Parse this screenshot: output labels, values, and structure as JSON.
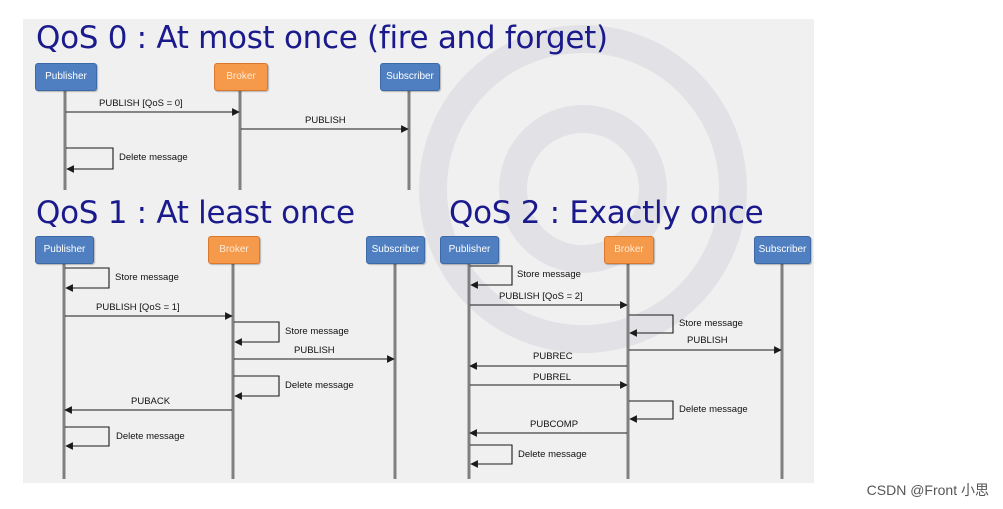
{
  "colors": {
    "title": "#1a1a8c",
    "participant_blue": "#4f7fc0",
    "participant_orange": "#f49a4a",
    "lifeline": "#808080"
  },
  "qos0": {
    "title": "QoS 0 : At most once (fire and forget)",
    "publisher": "Publisher",
    "broker": "Broker",
    "subscriber": "Subscriber",
    "msg_publish": "PUBLISH [QoS = 0]",
    "msg_forward": "PUBLISH",
    "msg_delete": "Delete message"
  },
  "qos1": {
    "title": "QoS 1 : At least once",
    "publisher": "Publisher",
    "broker": "Broker",
    "subscriber": "Subscriber",
    "msg_store_pub": "Store message",
    "msg_publish": "PUBLISH [QoS = 1]",
    "msg_store_broker": "Store message",
    "msg_forward": "PUBLISH",
    "msg_delete_broker": "Delete message",
    "msg_puback": "PUBACK",
    "msg_delete_pub": "Delete message"
  },
  "qos2": {
    "title": "QoS 2 : Exactly once",
    "publisher": "Publisher",
    "broker": "Broker",
    "subscriber": "Subscriber",
    "msg_store_pub": "Store message",
    "msg_publish": "PUBLISH [QoS = 2]",
    "msg_store_broker": "Store message",
    "msg_forward": "PUBLISH",
    "msg_pubrec": "PUBREC",
    "msg_pubrel": "PUBREL",
    "msg_delete_broker": "Delete message",
    "msg_pubcomp": "PUBCOMP",
    "msg_delete_pub": "Delete message"
  },
  "watermark": "CSDN @Front 小思"
}
